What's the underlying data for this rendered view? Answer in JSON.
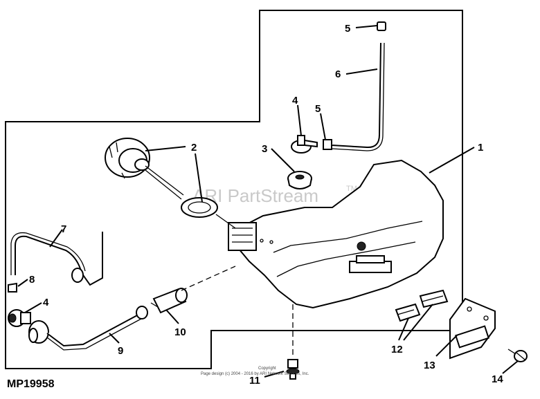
{
  "figure_id": "MP19958",
  "watermark": {
    "text": "ARI PartStream",
    "tm": "TM"
  },
  "copyright": {
    "line1": "Copyright",
    "line2": "Page design (c) 2004 - 2016 by ARI Network Services, Inc."
  },
  "callouts": [
    {
      "id": "c1",
      "text": "1"
    },
    {
      "id": "c2",
      "text": "2"
    },
    {
      "id": "c3",
      "text": "3"
    },
    {
      "id": "c4a",
      "text": "4"
    },
    {
      "id": "c4b",
      "text": "4"
    },
    {
      "id": "c5a",
      "text": "5"
    },
    {
      "id": "c5b",
      "text": "5"
    },
    {
      "id": "c6",
      "text": "6"
    },
    {
      "id": "c7",
      "text": "7"
    },
    {
      "id": "c8",
      "text": "8"
    },
    {
      "id": "c9",
      "text": "9"
    },
    {
      "id": "c10",
      "text": "10"
    },
    {
      "id": "c11",
      "text": "11"
    },
    {
      "id": "c12",
      "text": "12"
    },
    {
      "id": "c13",
      "text": "13"
    },
    {
      "id": "c14",
      "text": "14"
    }
  ]
}
